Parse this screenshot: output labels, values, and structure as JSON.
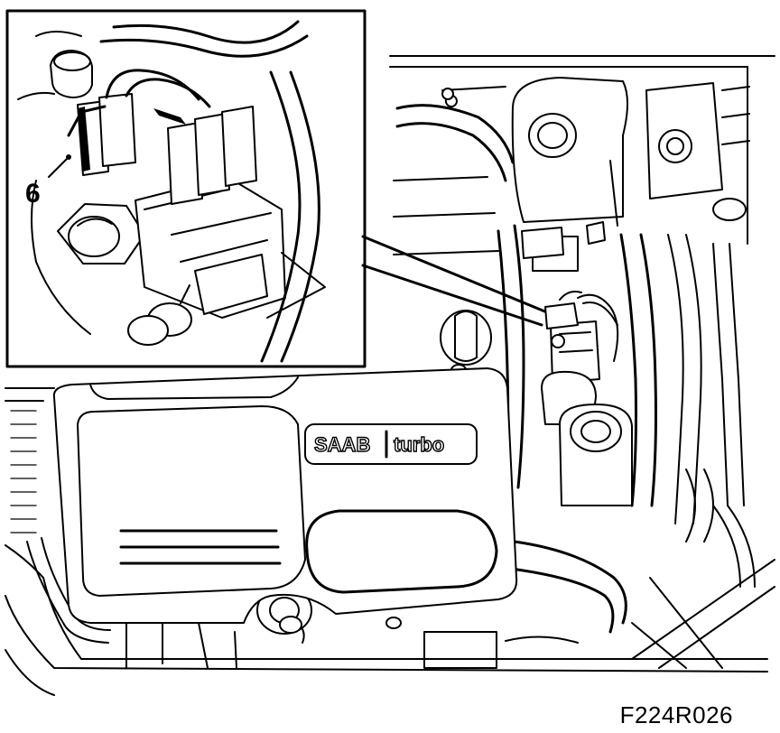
{
  "callout": {
    "number": "6"
  },
  "badge": {
    "brand": "SAAB",
    "model": "turbo"
  },
  "figure": {
    "code": "F224R026"
  },
  "colors": {
    "line": "#000000",
    "background": "#ffffff"
  },
  "icons": [
    "detail-inset",
    "leader-arrow",
    "engine-cover"
  ]
}
